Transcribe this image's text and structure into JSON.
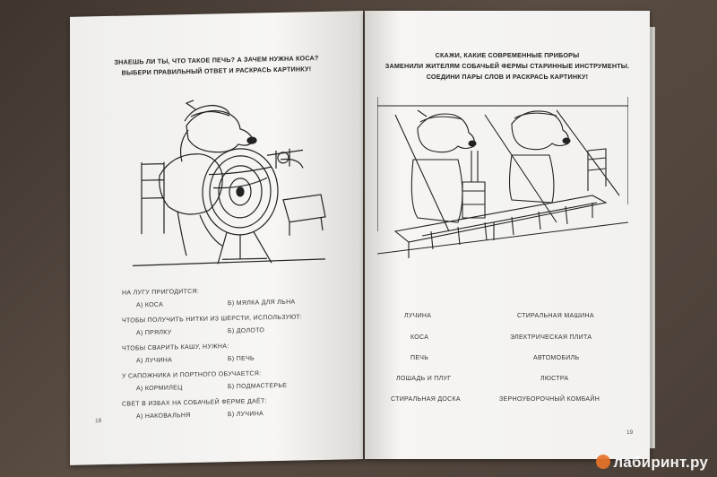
{
  "left_page": {
    "heading_line1": "ЗНАЕШЬ ЛИ ТЫ, ЧТО ТАКОЕ ПЕЧЬ? А ЗАЧЕМ НУЖНА КОСА?",
    "heading_line2": "ВЫБЕРИ ПРАВИЛЬНЫЙ ОТВЕТ И РАСКРАСЬ КАРТИНКУ!",
    "questions": [
      {
        "q": "НА ЛУГУ ПРИГОДИТСЯ:",
        "a": "А) КОСА",
        "b": "Б) МЯЛКА ДЛЯ ЛЬНА"
      },
      {
        "q": "ЧТОБЫ ПОЛУЧИТЬ НИТКИ ИЗ ШЕРСТИ, ИСПОЛЬЗУЮТ:",
        "a": "А) ПРЯЛКУ",
        "b": "Б) ДОЛОТО"
      },
      {
        "q": "ЧТОБЫ СВАРИТЬ КАШУ, НУЖНА:",
        "a": "А) ЛУЧИНА",
        "b": "Б) ПЕЧЬ"
      },
      {
        "q": "У САПОЖНИКА И ПОРТНОГО ОБУЧАЕТСЯ:",
        "a": "А) КОРМИЛЕЦ",
        "b": "Б) ПОДМАСТЕРЬЕ"
      },
      {
        "q": "СВЕТ В ИЗБАХ НА СОБАЧЬЕЙ ФЕРМЕ ДАЁТ:",
        "a": "А) НАКОВАЛЬНЯ",
        "b": "Б) ЛУЧИНА"
      }
    ],
    "page_number": "18"
  },
  "right_page": {
    "heading_line1": "СКАЖИ, КАКИЕ СОВРЕМЕННЫЕ ПРИБОРЫ",
    "heading_line2": "ЗАМЕНИЛИ ЖИТЕЛЯМ СОБАЧЬЕЙ ФЕРМЫ СТАРИННЫЕ ИНСТРУМЕНТЫ.",
    "heading_line3": "СОЕДИНИ ПАРЫ СЛОВ И РАСКРАСЬ КАРТИНКУ!",
    "left_words": [
      "ЛУЧИНА",
      "КОСА",
      "ПЕЧЬ",
      "ЛОШАДЬ И ПЛУГ",
      "СТИРАЛЬНАЯ ДОСКА"
    ],
    "right_words": [
      "СТИРАЛЬНАЯ МАШИНА",
      "ЭЛЕКТРИЧЕСКАЯ ПЛИТА",
      "АВТОМОБИЛЬ",
      "ЛЮСТРА",
      "ЗЕРНОУБОРОЧНЫЙ КОМБАЙН"
    ],
    "page_number": "19"
  },
  "watermark": {
    "text": "лабиринт.ру"
  }
}
